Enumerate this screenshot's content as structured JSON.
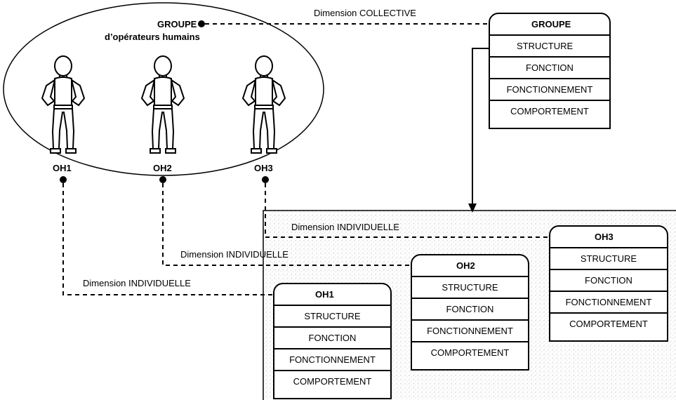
{
  "group": {
    "title": "GROUPE",
    "subtitle": "d’opérateurs humains",
    "operators": [
      "OH1",
      "OH2",
      "OH3"
    ]
  },
  "links": {
    "collective": "Dimension COLLECTIVE",
    "individual": [
      "Dimension INDIVIDUELLE",
      "Dimension INDIVIDUELLE",
      "Dimension INDIVIDUELLE"
    ]
  },
  "boxes": {
    "groupe": {
      "title": "GROUPE",
      "rows": [
        "STRUCTURE",
        "FONCTION",
        "FONCTIONNEMENT",
        "COMPORTEMENT"
      ]
    },
    "oh1": {
      "title": "OH1",
      "rows": [
        "STRUCTURE",
        "FONCTION",
        "FONCTIONNEMENT",
        "COMPORTEMENT"
      ]
    },
    "oh2": {
      "title": "OH2",
      "rows": [
        "STRUCTURE",
        "FONCTION",
        "FONCTIONNEMENT",
        "COMPORTEMENT"
      ]
    },
    "oh3": {
      "title": "OH3",
      "rows": [
        "STRUCTURE",
        "FONCTION",
        "FONCTIONNEMENT",
        "COMPORTEMENT"
      ]
    }
  },
  "colors": {
    "line": "#000000",
    "stipple": "#d8d8d8"
  }
}
